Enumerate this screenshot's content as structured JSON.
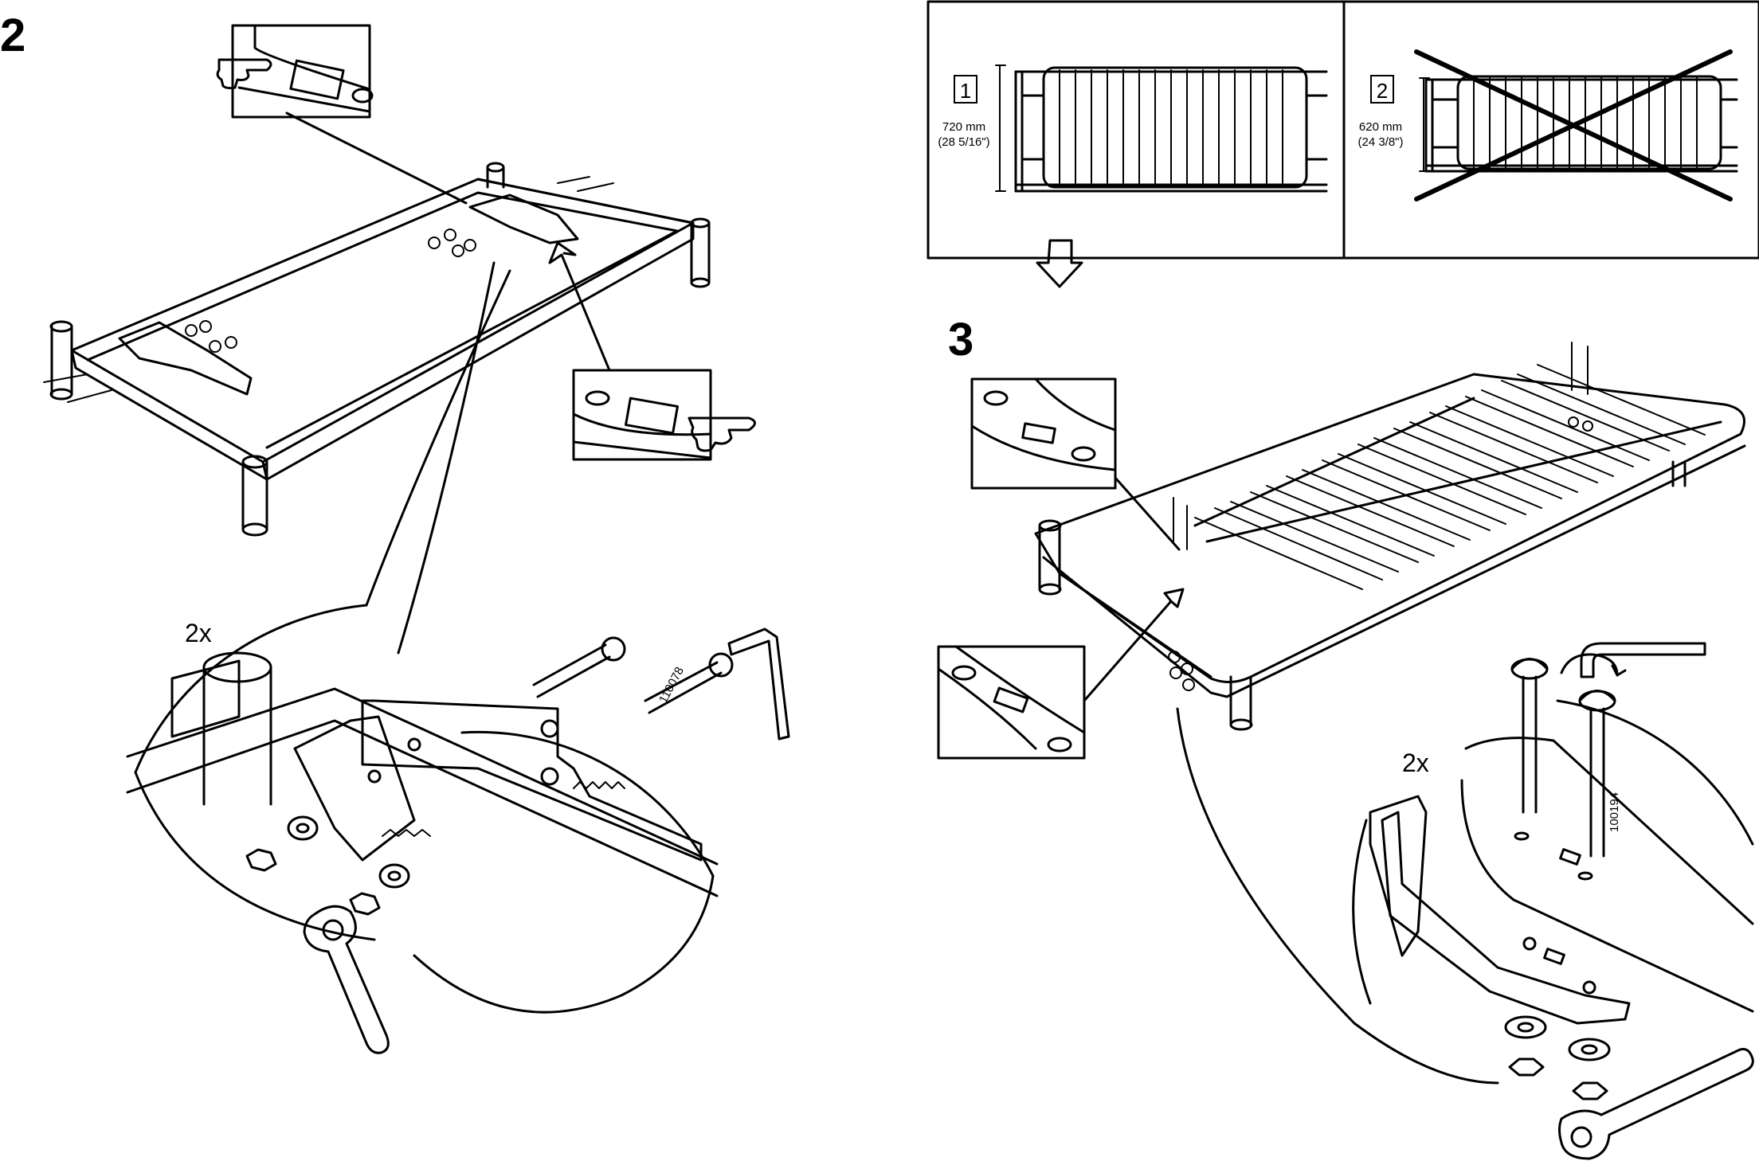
{
  "steps": {
    "step2": "2",
    "step3": "3"
  },
  "compare_panel": {
    "option1": {
      "number": "1",
      "metric": "720 mm",
      "imperial": "(28 5/16\")"
    },
    "option2": {
      "number": "2",
      "metric": "620 mm",
      "imperial": "(24 3/8\")"
    }
  },
  "step2_detail": {
    "quantity": "2x",
    "part_number": "110078"
  },
  "step3_detail": {
    "quantity": "2x",
    "part_number": "100194"
  },
  "icons": [
    "pointing-hand-icon",
    "hex-key-icon",
    "wrench-icon",
    "cross-out-icon",
    "down-arrow-icon",
    "rotate-arrow-icon"
  ]
}
